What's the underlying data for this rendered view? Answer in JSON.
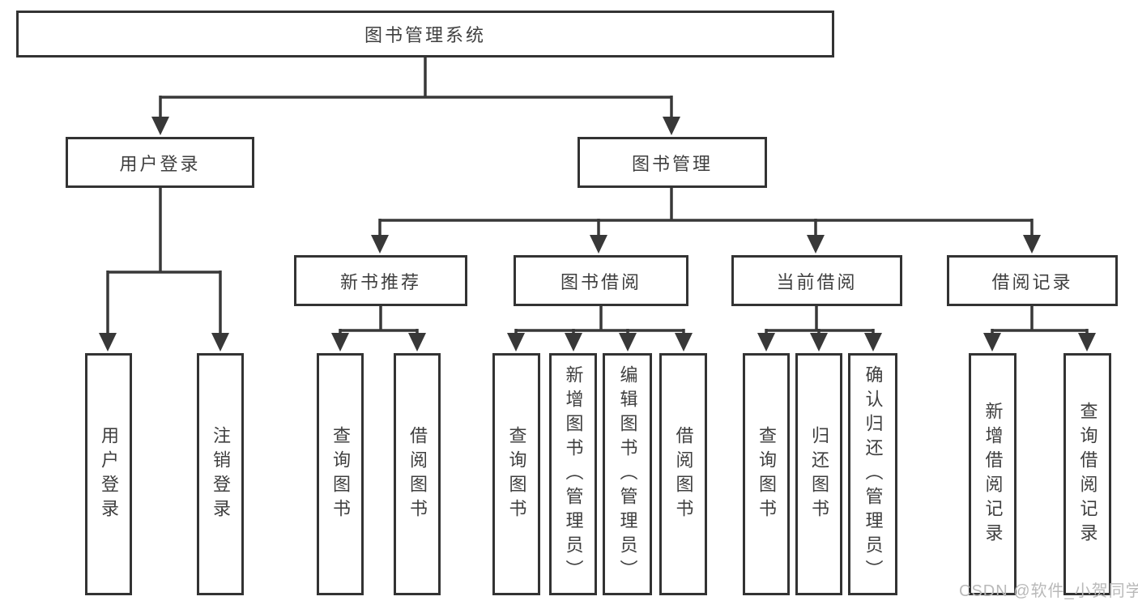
{
  "diagram": {
    "root": {
      "label": "图书管理系统"
    },
    "level2": [
      {
        "label": "用户登录"
      },
      {
        "label": "图书管理"
      }
    ],
    "level3": [
      {
        "label": "新书推荐"
      },
      {
        "label": "图书借阅"
      },
      {
        "label": "当前借阅"
      },
      {
        "label": "借阅记录"
      }
    ],
    "leaves": [
      {
        "label": "用户登录"
      },
      {
        "label": "注销登录"
      },
      {
        "label": "查询图书"
      },
      {
        "label": "借阅图书"
      },
      {
        "label": "查询图书"
      },
      {
        "label": "新增图书（管理员）"
      },
      {
        "label": "编辑图书（管理员）"
      },
      {
        "label": "借阅图书"
      },
      {
        "label": "查询图书"
      },
      {
        "label": "归还图书"
      },
      {
        "label": "确认归还（管理员）"
      },
      {
        "label": "新增借阅记录"
      },
      {
        "label": "查询借阅记录"
      }
    ],
    "watermark": "CSDN @软件_小贺同学",
    "colors": {
      "line": "#383838",
      "box_border": "#333333",
      "text": "#3f3f3f",
      "watermark": "#b9b9b9",
      "background": "#ffffff"
    }
  }
}
